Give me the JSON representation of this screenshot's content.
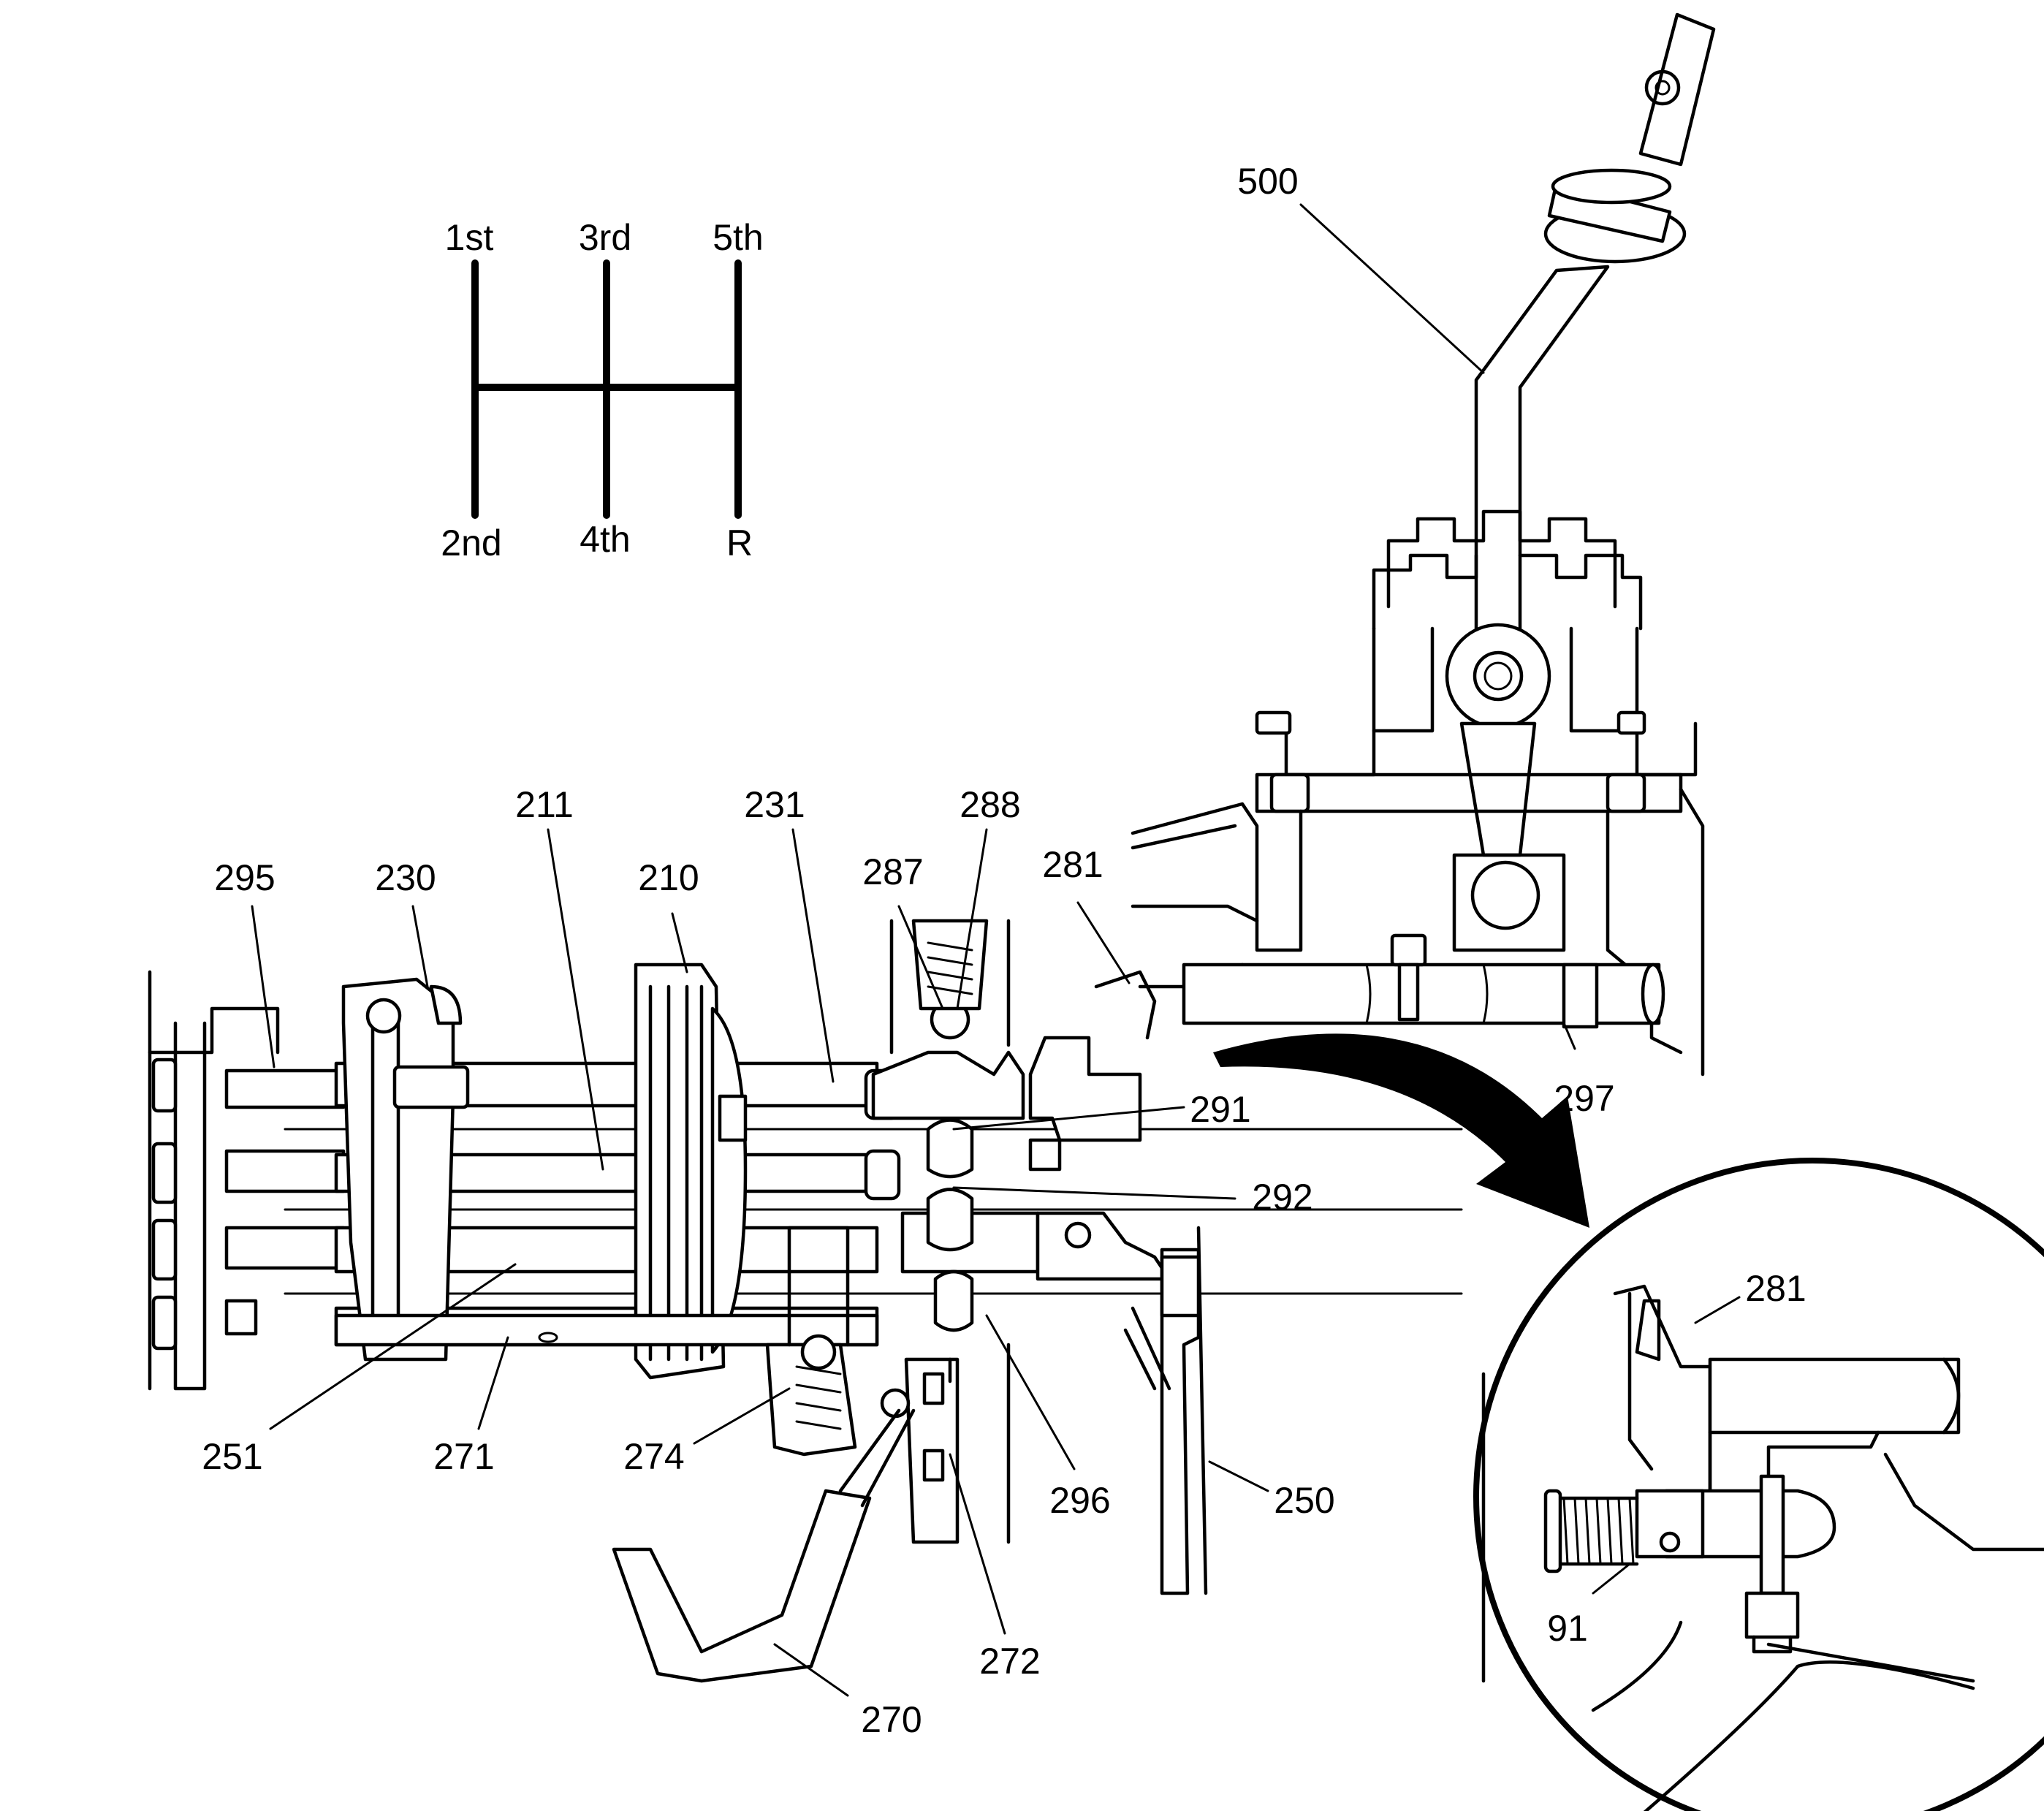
{
  "shift_pattern": {
    "gates": [
      "1st",
      "3rd",
      "5th",
      "2nd",
      "4th",
      "R"
    ]
  },
  "callouts": [
    "500",
    "295",
    "230",
    "211",
    "210",
    "231",
    "287",
    "288",
    "281",
    "291",
    "292",
    "297",
    "251",
    "271",
    "274",
    "296",
    "250",
    "272",
    "270"
  ],
  "detail_view": {
    "callouts": [
      "281",
      "91"
    ]
  }
}
